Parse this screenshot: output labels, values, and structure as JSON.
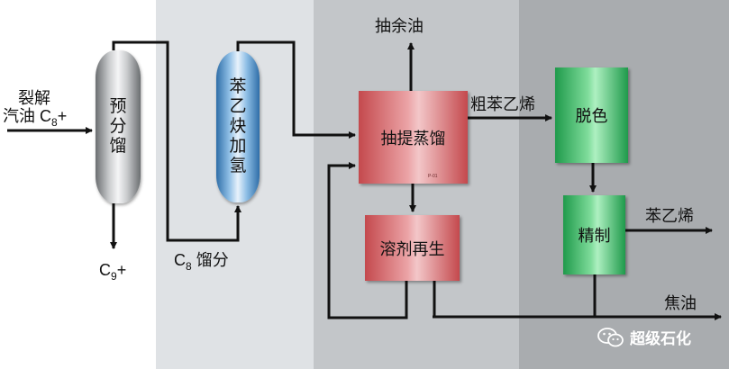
{
  "units": {
    "pre_fractionator": "预分馏",
    "hydrogenation": "苯乙炔加氢",
    "extractive_distillation": "抽提蒸馏",
    "solvent_regeneration": "溶剂再生",
    "decolorization": "脱色",
    "refining": "精制"
  },
  "streams": {
    "feed_line1": "裂解",
    "feed_line2_prefix": "汽油 C",
    "feed_line2_sub": "8",
    "feed_line2_suffix": "+",
    "c9_main": "C",
    "c9_sub": "9",
    "c9_suffix": "+",
    "c8_main": "C",
    "c8_sub": "8",
    "c8_suffix": " 馏分",
    "raffinate": "抽余油",
    "crude_styrene": "粗苯乙烯",
    "styrene": "苯乙烯",
    "tar": "焦油"
  },
  "tiny_text": "P-01",
  "watermark": {
    "text": "超级石化",
    "icon": "wechat-icon"
  },
  "colors": {
    "zone1": "#ffffff",
    "zone2": "#dfe2e5",
    "zone3": "#c3c6c9",
    "zone4": "#a9acaf",
    "column_gray": "#c9cbcd",
    "column_blue": "#8fbfe6",
    "box_red": "#e07e82",
    "box_green": "#5fcf84"
  }
}
